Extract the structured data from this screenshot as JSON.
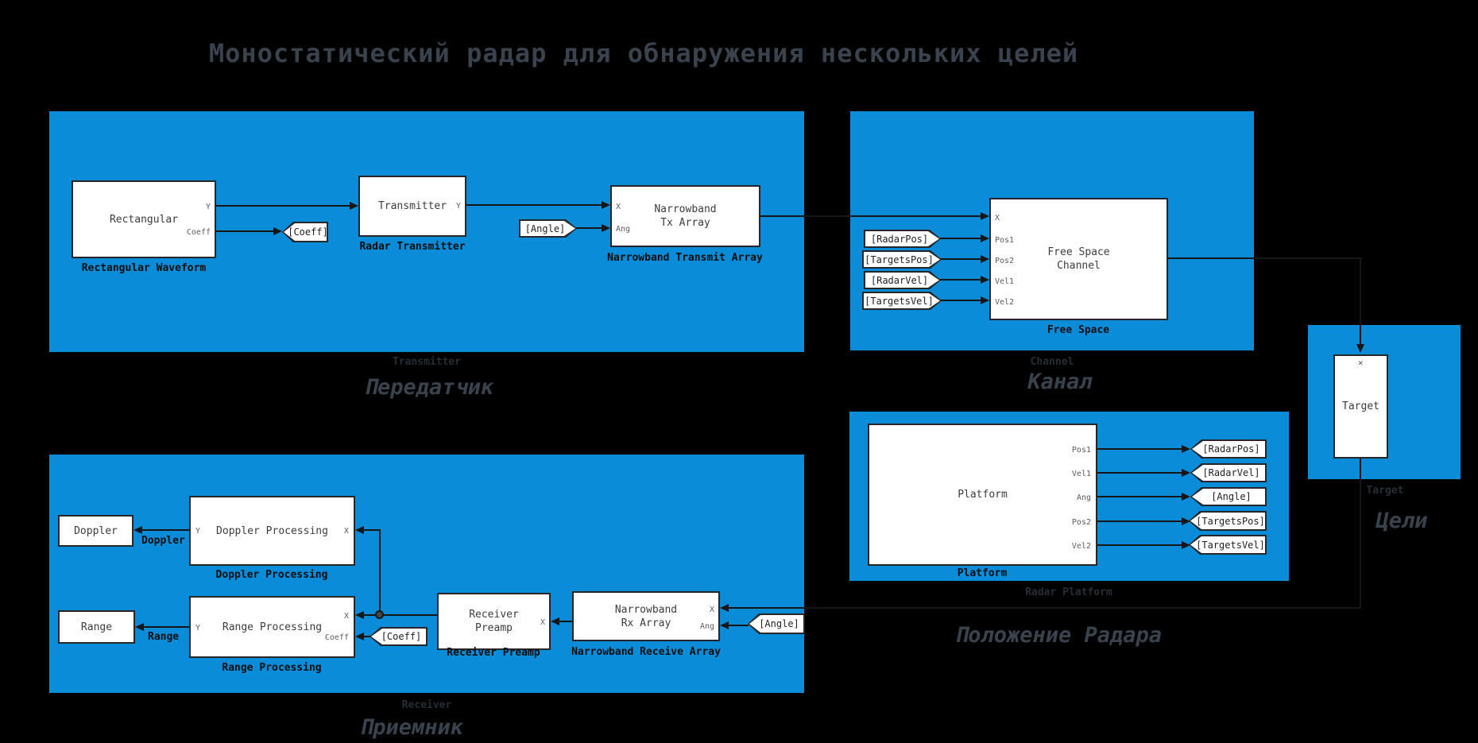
{
  "title": "Моностатический радар для обнаружения нескольких целей",
  "regions": {
    "transmitter": {
      "annotation": "Transmitter",
      "label": "Передатчик"
    },
    "channel": {
      "annotation": "Channel",
      "label": "Канал"
    },
    "target": {
      "annotation": "Target",
      "label": "Цели"
    },
    "radar_platform": {
      "annotation": "Radar Platform",
      "label": "Положение Радара"
    },
    "receiver": {
      "annotation": "Receiver",
      "label": "Приемник"
    }
  },
  "blocks": {
    "rectangular": {
      "text": "Rectangular",
      "name": "Rectangular Waveform",
      "ports": {
        "y": "Y",
        "coeff": "Coeff"
      }
    },
    "radar_transmitter": {
      "text": "Transmitter",
      "name": "Radar Transmitter",
      "ports": {
        "y": "Y"
      }
    },
    "narrowband_tx": {
      "text_line1": "Narrowband",
      "text_line2": "Tx Array",
      "name": "Narrowband Transmit Array",
      "ports": {
        "x": "X",
        "ang": "Ang"
      }
    },
    "free_space": {
      "text_line1": "Free Space",
      "text_line2": "Channel",
      "name": "Free Space",
      "ports": {
        "x": "X",
        "pos1": "Pos1",
        "pos2": "Pos2",
        "vel1": "Vel1",
        "vel2": "Vel2"
      }
    },
    "target": {
      "text": "Target",
      "top_port_mark": "×"
    },
    "platform": {
      "text": "Platform",
      "name": "Platform",
      "ports": {
        "pos1": "Pos1",
        "vel1": "Vel1",
        "ang": "Ang",
        "pos2": "Pos2",
        "vel2": "Vel2"
      }
    },
    "doppler_display": {
      "text": "Doppler"
    },
    "doppler_processing": {
      "text": "Doppler Processing",
      "name": "Doppler Processing",
      "ports": {
        "y": "Y",
        "x": "X"
      }
    },
    "range_display": {
      "text": "Range"
    },
    "range_processing": {
      "text": "Range Processing",
      "name": "Range Processing",
      "ports": {
        "y": "Y",
        "x": "X",
        "coeff": "Coeff"
      }
    },
    "receiver_preamp": {
      "text_line1": "Receiver",
      "text_line2": "Preamp",
      "name": "Receiver Preamp",
      "ports": {
        "x": "X"
      }
    },
    "narrowband_rx": {
      "text_line1": "Narrowband",
      "text_line2": "Rx Array",
      "name": "Narrowband Receive Array",
      "ports": {
        "x": "X",
        "ang": "Ang"
      }
    }
  },
  "tags": {
    "goto_coeff": "[Coeff]",
    "from_angle_tx": "[Angle]",
    "from_radar_pos": "[RadarPos]",
    "from_targets_pos": "[TargetsPos]",
    "from_radar_vel": "[RadarVel]",
    "from_targets_vel": "[TargetsVel]",
    "goto_radar_pos": "[RadarPos]",
    "goto_radar_vel": "[RadarVel]",
    "goto_angle": "[Angle]",
    "goto_targets_pos": "[TargetsPos]",
    "goto_targets_vel": "[TargetsVel]",
    "from_coeff": "[Coeff]",
    "from_angle_rx": "[Angle]"
  },
  "wire_labels": {
    "doppler": "Doppler",
    "range": "Range"
  },
  "colors": {
    "background": "#000000",
    "area_blue": "#0a8cd8",
    "block_fill": "#ffffff",
    "line": "#161616",
    "title_text": "#39424d",
    "annotation_text": "#272d34"
  }
}
